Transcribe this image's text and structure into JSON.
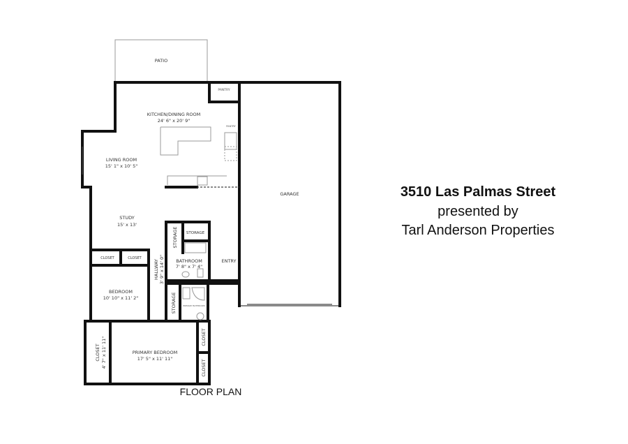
{
  "rooms": {
    "patio": "PATIO",
    "pantry": "PANTRY",
    "pantry_small": "PANTRY",
    "kitchen": "KITCHEN/DINING ROOM",
    "kitchen_dim": "24' 6\" x 20' 9\"",
    "living": "LIVING ROOM",
    "living_dim": "15' 1\" x 10' 5\"",
    "study": "STUDY",
    "study_dim": "15' x 13'",
    "garage": "GARAGE",
    "storage1": "STORAGE",
    "storage2": "STORAGE",
    "storage3": "STORAGE",
    "bathroom": "BATHROOM",
    "bathroom_dim": "7' 8\" x 7' 4\"",
    "entry": "ENTRY",
    "hallway": "HALLWAY",
    "hallway_dim": "3' 9\" x 14' 0\"",
    "closet1": "CLOSET",
    "closet2": "CLOSET",
    "bedroom": "BEDROOM",
    "bedroom_dim": "10' 10\" x 11' 2\"",
    "primary_bath": "PRIMARY BATHROOM",
    "closet_left": "CLOSET",
    "closet_left_dim": "4' 7\" x 11' 11\"",
    "primary_bedroom": "PRIMARY BEDROOM",
    "primary_bedroom_dim": "17' 5\" x 11' 11\"",
    "closet_r1": "CLOSET",
    "closet_r2": "CLOSET"
  },
  "caption": "FLOOR PLAN",
  "heading": {
    "address": "3510 Las Palmas Street",
    "line2": "presented by",
    "line3": "Tarl Anderson Properties"
  }
}
